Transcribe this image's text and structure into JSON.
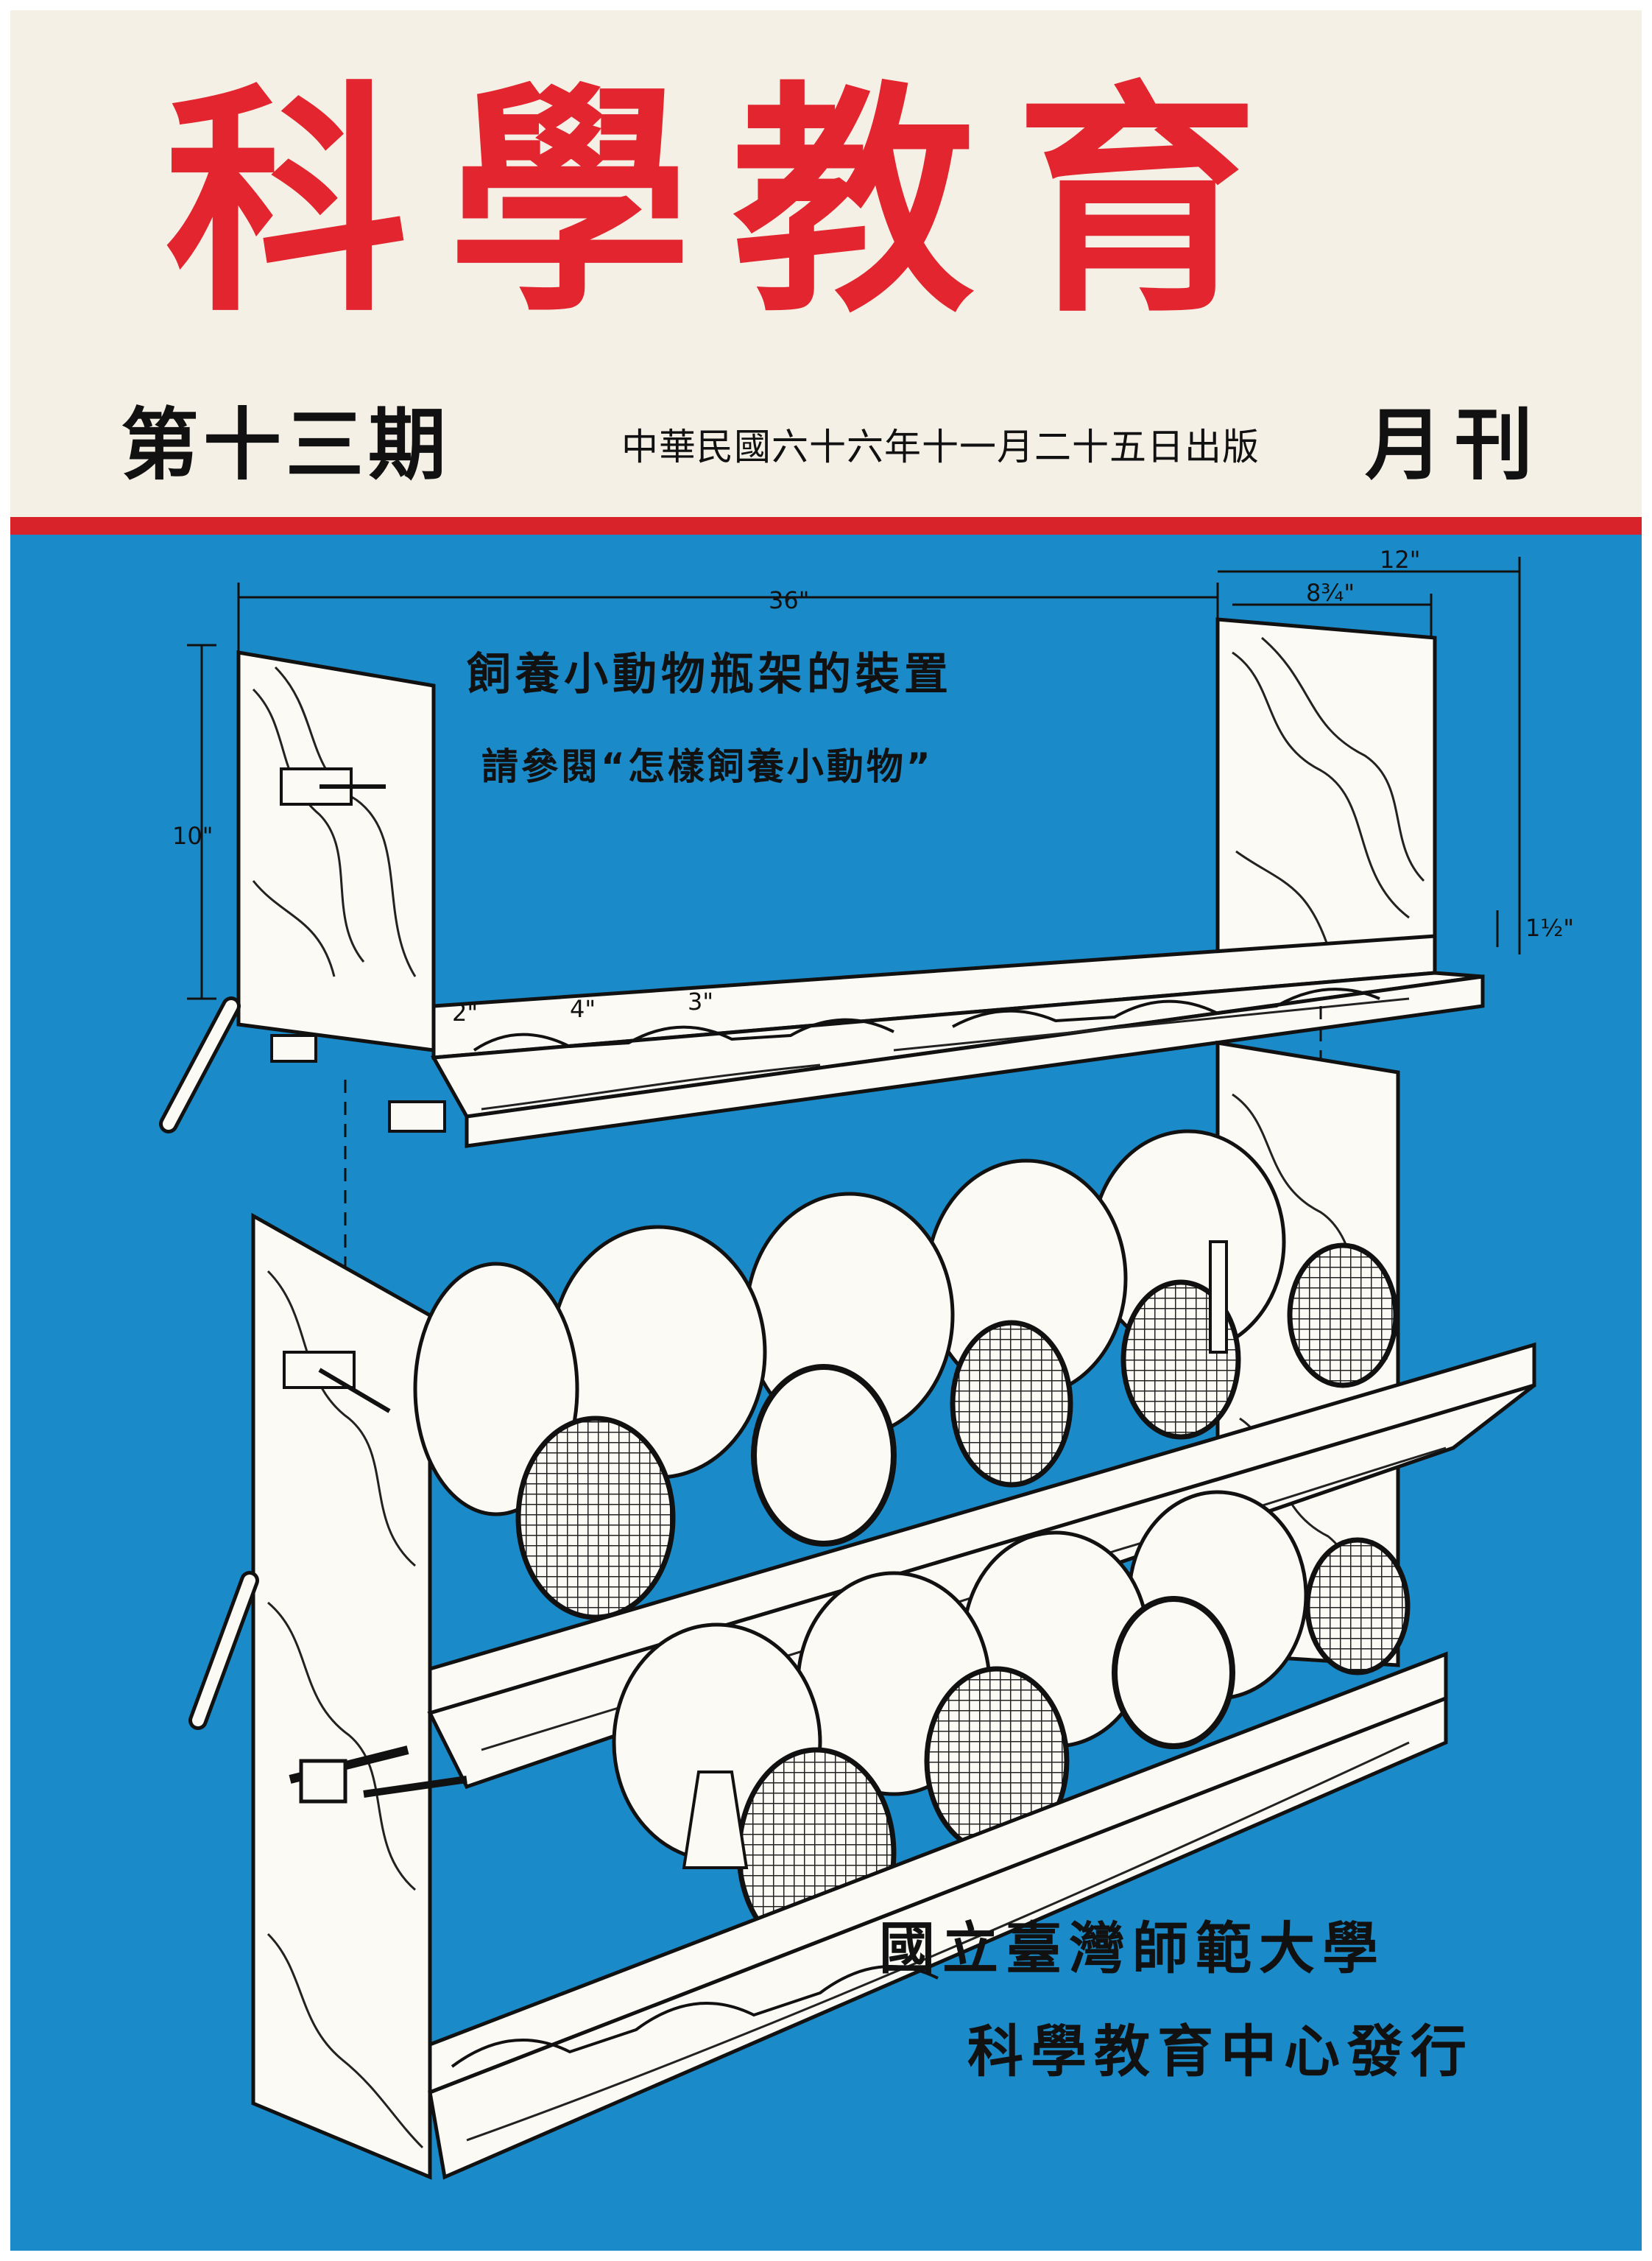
{
  "masthead": {
    "title": "科學教育",
    "issue": "第十三期",
    "publication_date": "中華民國六十六年十一月二十五日出版",
    "frequency": "月刊"
  },
  "cover_art": {
    "caption_title": "飼養小動物瓶架的裝置",
    "caption_reference": "請參閱“怎樣飼養小動物”",
    "dimensions": {
      "length": "36\"",
      "depth": "12\"",
      "shelf_depth": "8¾\"",
      "height": "10\"",
      "rim_height": "1½\"",
      "notch_edge": "2\"",
      "notch_gap": "4\"",
      "notch_width": "3\""
    }
  },
  "publisher": {
    "line1": "國立臺灣師範大學",
    "line2": "科學教育中心發行"
  },
  "colors": {
    "title_red": "#e2252f",
    "rule_red": "#d8232a",
    "art_blue": "#1b8ac8",
    "masthead_paper": "#f4f0e6"
  }
}
